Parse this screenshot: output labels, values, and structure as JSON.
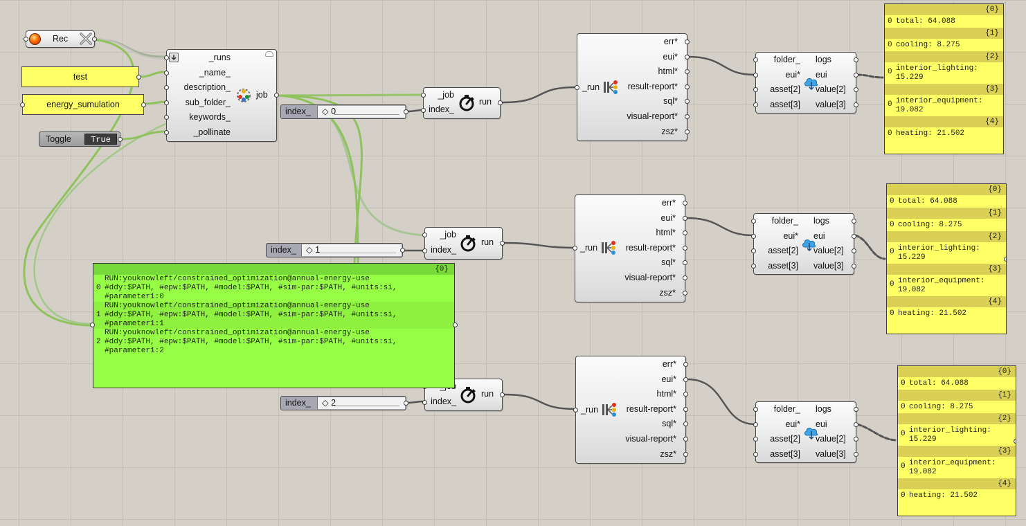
{
  "recorder": {
    "label": "Rec"
  },
  "inputs": {
    "name_value": "test",
    "folder_value": "energy_sumulation"
  },
  "toggle": {
    "label": "Toggle",
    "value": "True"
  },
  "job_component": {
    "inputs": [
      "_runs",
      "_name_",
      "description_",
      "sub_folder_",
      "keywords_",
      "_pollinate"
    ],
    "output": "job"
  },
  "run_components": [
    {
      "in1": "_job",
      "in2": "index_",
      "out": "run"
    },
    {
      "in1": "_job",
      "in2": "index_",
      "out": "run"
    },
    {
      "in1": "_job",
      "in2": "index_",
      "out": "run"
    }
  ],
  "sliders": [
    {
      "label": "index_",
      "value": "0"
    },
    {
      "label": "index_",
      "value": "1"
    },
    {
      "label": "index_",
      "value": "2"
    }
  ],
  "recipe_component": {
    "input": "_run",
    "outputs": [
      "err*",
      "eui*",
      "html*",
      "result-report*",
      "sql*",
      "visual-report*",
      "zsz*"
    ]
  },
  "eui_component": {
    "inputs": [
      "folder_",
      "eui*",
      "asset[2]",
      "asset[3]"
    ],
    "outputs": [
      "logs",
      "eui",
      "value[2]",
      "value[3]"
    ]
  },
  "result_panel": {
    "header": "{0}",
    "items": [
      {
        "header": "{0}",
        "index": "0",
        "text": "total: 64.088"
      },
      {
        "header": "{1}",
        "index": "0",
        "text": "cooling: 8.275"
      },
      {
        "header": "{2}",
        "index": "0",
        "text": "interior_lighting:\n15.229"
      },
      {
        "header": "{3}",
        "index": "0",
        "text": "interior_equipment:\n19.082"
      },
      {
        "header": "{4}",
        "index": "0",
        "text": "heating: 21.502"
      }
    ]
  },
  "runs_panel": {
    "header": "{0}",
    "rows": [
      {
        "index": "0",
        "text": "RUN:youknowleft/constrained_optimization@annual-energy-use\n#ddy:$PATH, #epw:$PATH, #model:$PATH, #sim-par:$PATH, #units:si,\n#parameter1:0"
      },
      {
        "index": "1",
        "text": "RUN:youknowleft/constrained_optimization@annual-energy-use\n#ddy:$PATH, #epw:$PATH, #model:$PATH, #sim-par:$PATH, #units:si,\n#parameter1:1"
      },
      {
        "index": "2",
        "text": "RUN:youknowleft/constrained_optimization@annual-energy-use\n#ddy:$PATH, #epw:$PATH, #model:$PATH, #sim-par:$PATH, #units:si,\n#parameter1:2"
      }
    ]
  },
  "icons": {
    "job": "pollination-job-icon",
    "run": "stopwatch-icon",
    "recipe": "recipe-results-icon",
    "eui": "cloud-download-icon",
    "recorder": "record-icon",
    "recorder_clear": "clear-x-icon"
  },
  "colors": {
    "canvas": "#d4d0c8",
    "panel_yellow": "#ffff66",
    "panel_green": "#96ff45",
    "wire_green": "#8fc25c",
    "wire_dark": "#555555"
  }
}
